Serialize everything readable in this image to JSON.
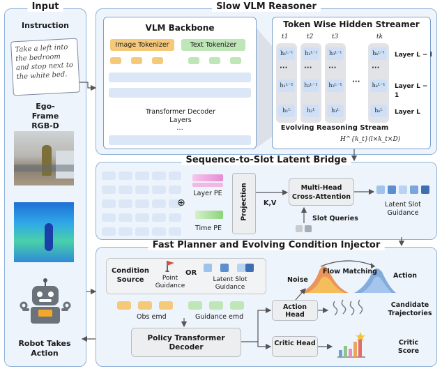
{
  "input": {
    "title": "Input",
    "instruction_label": "Instruction",
    "instruction_text": "Take a left into the bedroom and stop next to the white bed.",
    "ego_frame_label": "Ego-Frame RGB-D",
    "robot_label": "Robot Takes Action"
  },
  "slow": {
    "title": "Slow VLM Reasoner",
    "backbone_title": "VLM Backbone",
    "image_tokenizer": "Image Tokenizer",
    "text_tokenizer": "Text Tokenizer",
    "decoder_label": "Transformer Decoder Layers",
    "decoder_ellipsis": "...",
    "streamer_title": "Token Wise Hidden Streamer",
    "time_steps": [
      "t1",
      "t2",
      "t3",
      "tk"
    ],
    "layer_labels": [
      "Layer L − l",
      "Layer L − 1",
      "Layer L"
    ],
    "stream_label": "Evolving Reasoning Stream",
    "stream_formula": "H^{k_t}(l×k_t×D)"
  },
  "bridge": {
    "title": "Sequence-to-Slot Latent Bridge",
    "layer_pe": "Layer PE",
    "time_pe": "Time PE",
    "projection": "Projection",
    "kv": "K,V",
    "attention": "Multi-Head Cross-Attention",
    "slot_queries": "Slot Queries",
    "latent_guidance": "Latent Slot Guidance",
    "oplus": "⊕"
  },
  "fast": {
    "title": "Fast Planner and Evolving Condition Injector",
    "condition_source": "Condition Source",
    "point_guidance": "Point Guidance",
    "or": "OR",
    "latent_slot_guidance": "Latent Slot Guidance",
    "obs_emd": "Obs emd",
    "guidance_emd": "Guidance emd",
    "policy_decoder": "Policy Transformer Decoder",
    "action_head": "Action Head",
    "critic_head": "Critic Head",
    "noise": "Noise",
    "flow_matching": "Flow Matching",
    "action": "Action",
    "candidate": "Candidate Trajectories",
    "critic_score": "Critic Score"
  },
  "colors": {
    "panel_border": "#8fb2d8",
    "panel_fill": "#eef4fb",
    "image_token": "#f5c97a",
    "text_token": "#bfe6b7",
    "hidden_cell": "#cfe0f6",
    "accent_blue": "#3f6fb3"
  }
}
